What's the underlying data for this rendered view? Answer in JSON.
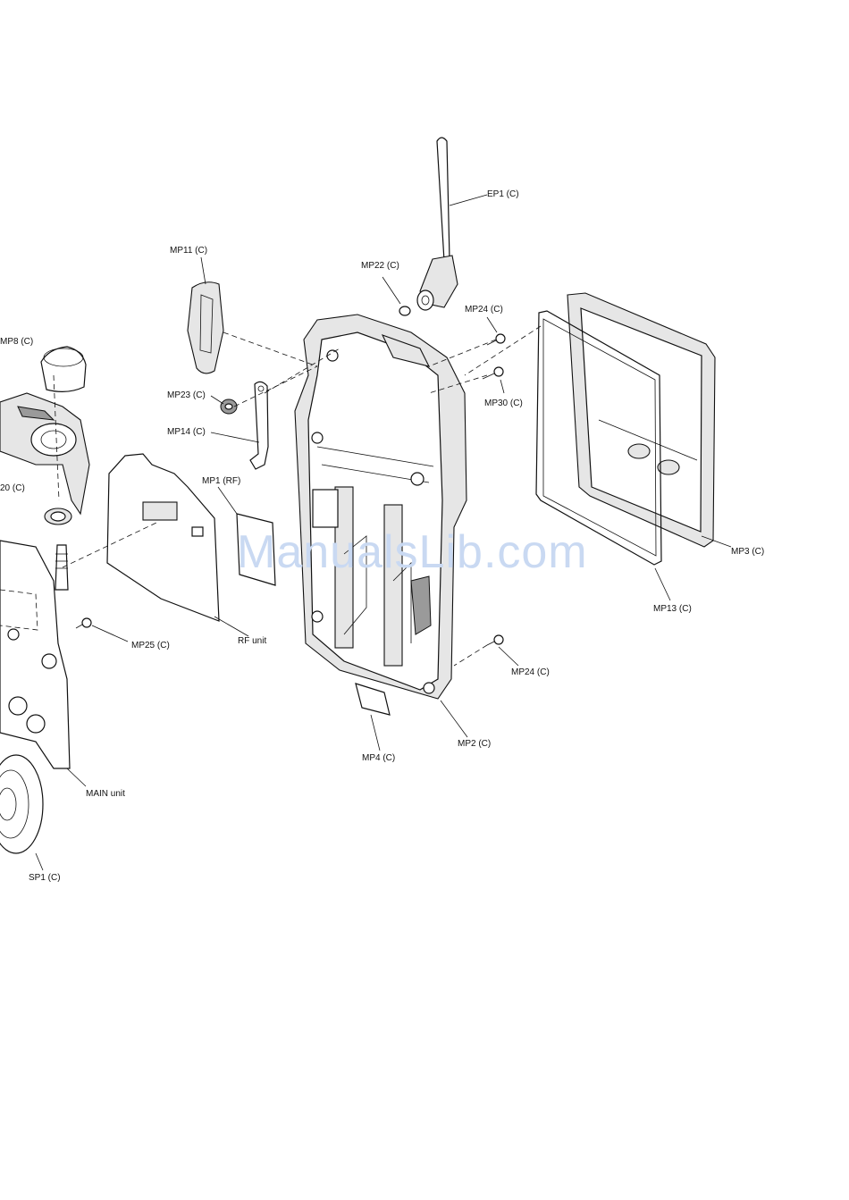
{
  "diagram": {
    "labels": {
      "ep1": "EP1 (C)",
      "mp22": "MP22 (C)",
      "mp24_top": "MP24 (C)",
      "mp11": "MP11 (C)",
      "mp8": "MP8 (C)",
      "mp23": "MP23 (C)",
      "mp30": "MP30 (C)",
      "mp14": "MP14 (C)",
      "mp20": "20 (C)",
      "mp1": "MP1  (RF)",
      "mp3": "MP3  (C)",
      "mp13": "MP13 (C)",
      "rf_unit": "RF unit",
      "mp25": "MP25 (C)",
      "mp24_bottom": "MP24 (C)",
      "mp2": "MP2 (C)",
      "mp4": "MP4 (C)",
      "main_unit": "MAIN unit",
      "sp1": "SP1 (C)"
    },
    "watermark": "ManualsLib.com"
  }
}
